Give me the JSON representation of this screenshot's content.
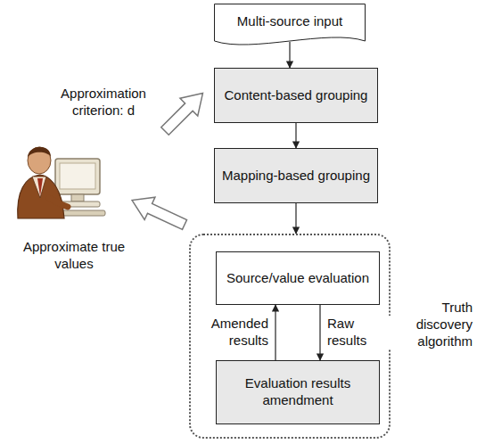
{
  "diagram": {
    "nodes": [
      {
        "text": [
          "Multi-source input"
        ]
      },
      {
        "text": [
          "Content-based grouping"
        ]
      },
      {
        "text": [
          "Mapping-based grouping"
        ]
      },
      {
        "text": [
          "Truth discovery algorithm"
        ]
      },
      {
        "text": [
          "Source/value evaluation"
        ],
        "in": 3
      },
      {
        "text": [
          "Evaluation results amendment"
        ],
        "in": 3
      }
    ],
    "edges": [
      {
        "from": 0,
        "to": 1,
        "arrow": "to"
      },
      {
        "from": 1,
        "to": 2,
        "arrow": "to"
      },
      {
        "from": 2,
        "to": 3,
        "arrow": "to"
      },
      {
        "from": 5,
        "to": 4,
        "label": "Amended results",
        "arrow": "to"
      },
      {
        "from": 4,
        "to": 5,
        "label": "Raw results",
        "arrow": "to"
      }
    ],
    "labels": [
      "Approximation criterion: d",
      "Approximate true values"
    ]
  }
}
